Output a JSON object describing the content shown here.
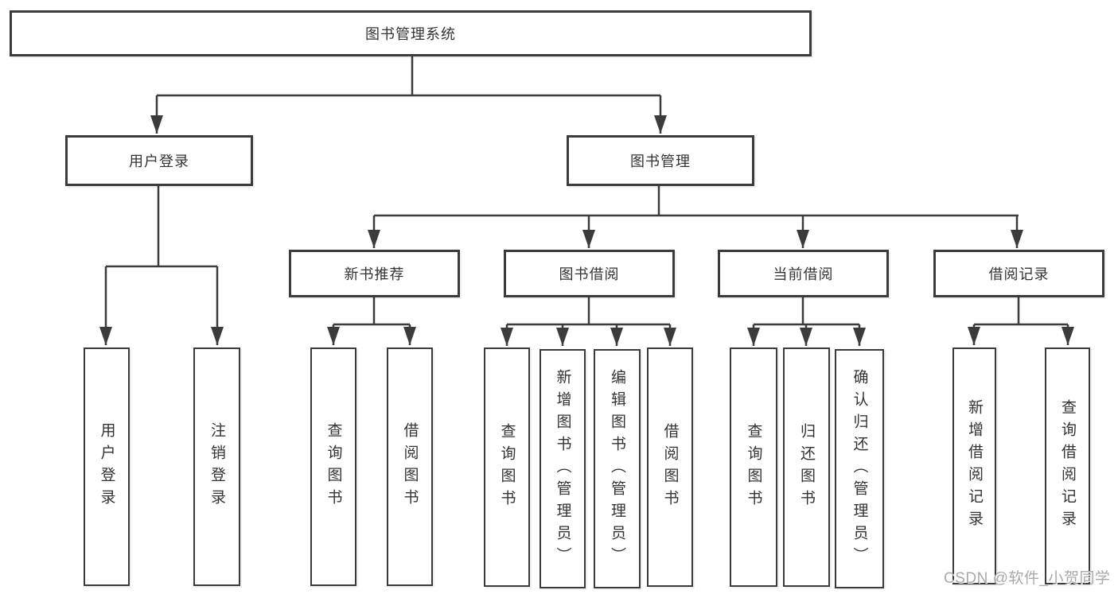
{
  "tree": {
    "label": "图书管理系统",
    "children": [
      {
        "label": "用户登录",
        "children": [
          {
            "label": "用户登录"
          },
          {
            "label": "注销登录"
          }
        ]
      },
      {
        "label": "图书管理",
        "children": [
          {
            "label": "新书推荐",
            "children": [
              {
                "label": "查询图书"
              },
              {
                "label": "借阅图书"
              }
            ]
          },
          {
            "label": "图书借阅",
            "children": [
              {
                "label": "查询图书"
              },
              {
                "label": "新增图书（管理员）"
              },
              {
                "label": "编辑图书（管理员）"
              },
              {
                "label": "借阅图书"
              }
            ]
          },
          {
            "label": "当前借阅",
            "children": [
              {
                "label": "查询图书"
              },
              {
                "label": "归还图书"
              },
              {
                "label": "确认归还（管理员）"
              }
            ]
          },
          {
            "label": "借阅记录",
            "children": [
              {
                "label": "新增借阅记录"
              },
              {
                "label": "查询借阅记录"
              }
            ]
          }
        ]
      }
    ]
  },
  "watermark": {
    "text": "CSDN @软件_小贺同学"
  },
  "colors": {
    "line": "#3b3b3b",
    "box_border": "#3b3b3b",
    "box_background": "#ffffff",
    "text": "#333333",
    "watermark_text": "#a9a9a9",
    "page_background": "#ffffff"
  }
}
